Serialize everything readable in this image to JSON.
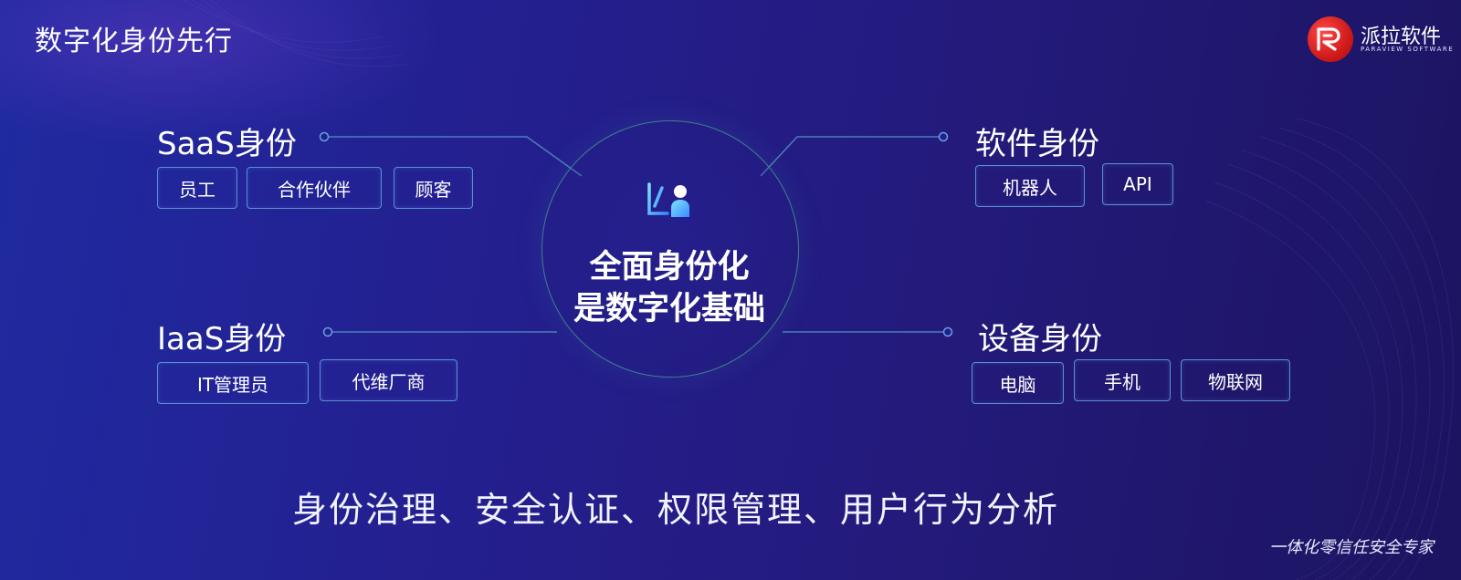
{
  "slide": {
    "title": "数字化身份先行",
    "center_line1": "全面身份化",
    "center_line2": "是数字化基础",
    "bottom_text": "身份治理、安全认证、权限管理、用户行为分析",
    "slogan": "一体化零信任安全专家"
  },
  "logo": {
    "name": "派拉软件",
    "subtitle": "PARAVIEW SOFTWARE",
    "brand_color": "#d11a1a"
  },
  "groups": {
    "saas": {
      "title": "SaaS身份",
      "tags": [
        "员工",
        "合作伙伴",
        "顾客"
      ]
    },
    "iaas": {
      "title": "IaaS身份",
      "tags": [
        "IT管理员",
        "代维厂商"
      ]
    },
    "software": {
      "title": "软件身份",
      "tags": [
        "机器人",
        "API"
      ]
    },
    "device": {
      "title": "设备身份",
      "tags": [
        "电脑",
        "手机",
        "物联网"
      ]
    }
  },
  "colors": {
    "background_start": "#1f2aa0",
    "background_end": "#1c1460",
    "tag_border": "#5a8fd6",
    "connector": "#4a7fb8",
    "icon_gradient_start": "#7fe3ff",
    "icon_gradient_end": "#3a8bff"
  },
  "icons": [
    "logo-r-icon",
    "identity-person-icon"
  ]
}
